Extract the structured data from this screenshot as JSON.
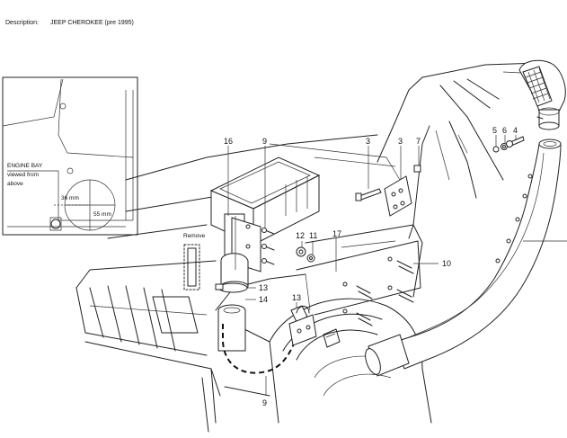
{
  "header": {
    "description_label": "Description:",
    "description_value": "JEEP CHEROKEE (pre 1995)"
  },
  "inset": {
    "note_line1": "ENGINE BAY",
    "note_line2": "viewed from",
    "note_line3": "above",
    "dim_a": "36 mm",
    "dim_b": "55 mm"
  },
  "labels": {
    "remove": "Remove"
  },
  "callouts": {
    "c16": "16",
    "c9_top": "9",
    "c3_left": "3",
    "c3_right": "3",
    "c7": "7",
    "c5": "5",
    "c6": "6",
    "c4": "4",
    "c12": "12",
    "c11": "11",
    "c17": "17",
    "c10": "10",
    "c13_a": "13",
    "c14": "14",
    "c13_b": "13",
    "c9_bottom": "9"
  }
}
